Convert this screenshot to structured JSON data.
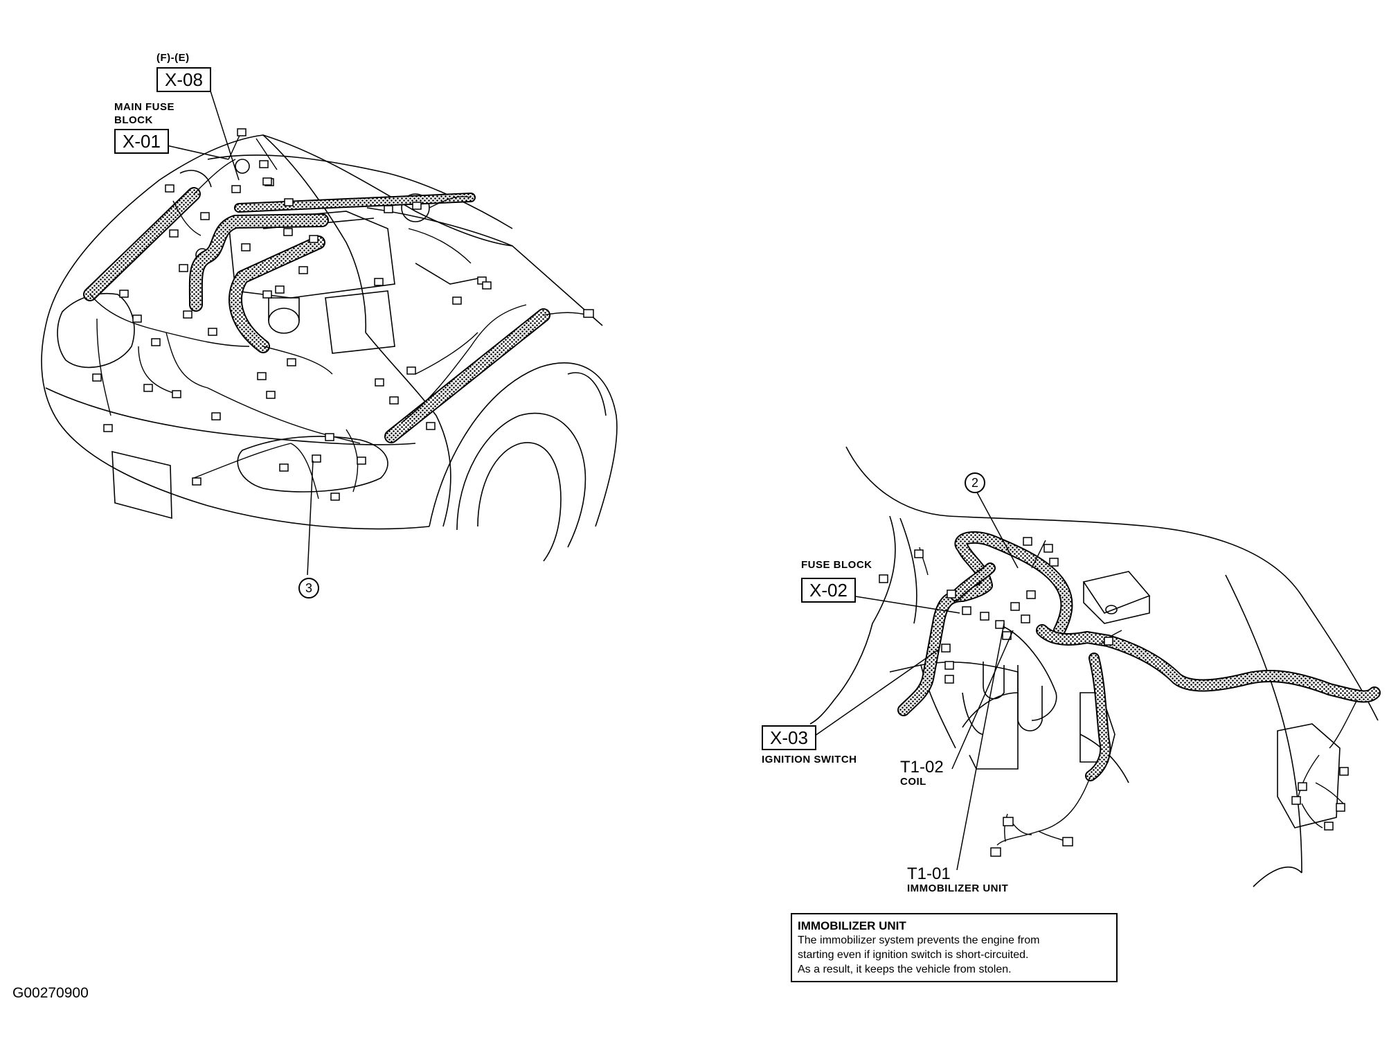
{
  "figure_code": "G00270900",
  "front_view": {
    "x08": {
      "prefix": "(F)-(E)",
      "id": "X-08"
    },
    "x01": {
      "caption_line1": "MAIN FUSE",
      "caption_line2": "BLOCK",
      "id": "X-01"
    },
    "callout": "3"
  },
  "dash_view": {
    "x02": {
      "caption": "FUSE BLOCK",
      "id": "X-02"
    },
    "x03": {
      "id": "X-03",
      "caption": "IGNITION SWITCH"
    },
    "t102": {
      "id": "T1-02",
      "caption": "COIL"
    },
    "t101": {
      "id": "T1-01",
      "caption": "IMMOBILIZER UNIT"
    },
    "callout": "2"
  },
  "note": {
    "title": "IMMOBILIZER UNIT",
    "line1": "The immobilizer system prevents the engine from",
    "line2": "starting even if ignition switch is short-circuited.",
    "line3": "As a result, it keeps the vehicle from stolen."
  }
}
